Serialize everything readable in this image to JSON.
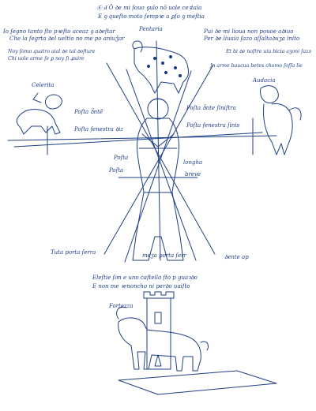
{
  "captions": {
    "top_line1": "Ⓔ Ԁ Ȍ ꝺe mi ſouo ꝯuīo nõ uole ceꝛtaīa",
    "top_line2": "E ꝯ queſto moto ſempꝛe a ꝑſo ꝯ meſtia",
    "left_block1_line1": "Io ſegno tanto ſto pꝛeſto aceaz ꝯ aꝺeſtar",
    "left_block1_line2": "Che la ſegrta ꝺel ueltio no me po aniuǯar",
    "left_block2_line1": "Noy ſomo quatro aial ꝺe tal ꝺoſture",
    "left_block2_line2": "Chi uole arme ſe ꝑ noy ſi ꝓuire",
    "right_block1_line1": "Pui ꝺe mi lioua non pouoe aꝺiuo",
    "right_block1_line2": "Per ꝺe liuaia ſazo aſſaltaꝺuʒa inito",
    "right_block2_line1": "Et bi ꝺe noſtre uiu bicia aʒoni ſazo",
    "right_block2_line2": "Jn arme baucua betes chomo ſoſſa lie",
    "label_pentaria": "Pentaria",
    "label_celerita": "Celerita",
    "label_audacia": "Audacia",
    "label_posta_dente_left": "Poſta ꝺ̃ntẽ",
    "label_posta_frontal_left": "Poſta fenestra ꝺiz",
    "label_posta_dente_right": "Poſta ꝺ̃nte ſiniſtra",
    "label_posta_frontal_right": "Poſta fenestra ſinis",
    "label_posta": "Poſta",
    "label_longha": "longha",
    "label_posta2": "Poſta",
    "label_breve": "breve",
    "label_tutta_porta": "Tuta porta ſerra",
    "label_mezza_porta": "meʒa porta ſerr",
    "label_dente_ap": "ꝺente ap",
    "bottom_line1": "Eleſtie ſon e uno caſtello ſto p guaꝛꝺo",
    "bottom_line2": "E non me ꝛenoncho ni perꝺo uaiſto",
    "label_fortezza": "Fortezza"
  },
  "colors": {
    "ink": "#1f3f86",
    "paper": "#ffffff"
  }
}
